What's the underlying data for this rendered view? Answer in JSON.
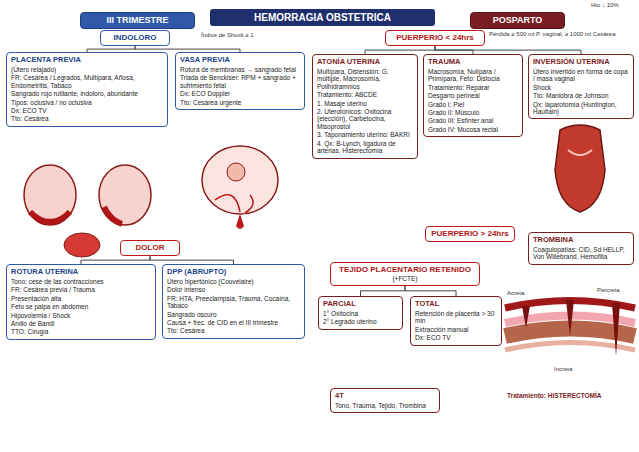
{
  "diagram": {
    "title": "HEMORRAGIA OBSTETRICA",
    "nodes": [
      {
        "text": [
          "III TRIMESTRE"
        ]
      },
      {
        "text": [
          "POSPARTO"
        ]
      },
      {
        "text": [
          "INDOLORO"
        ]
      },
      {
        "text": [
          "PLACENTA PREVIA",
          "(Útero relajado)",
          "FR: Cesárea / Legrados, Multípara, Añosa, Endometritis, Tabaco",
          "Sangrado rojo rutilante, indoloro, abundante",
          "Tipos: oclusiva / no oclusiva",
          "Dx: ECO TV",
          "Tto: Cesárea"
        ]
      },
      {
        "text": [
          "VASA PREVIA",
          "Rotura de membranas → sangrado fetal",
          "Triada de Benckiser: RPM + sangrado + sufrimiento fetal",
          "Dx: ECO Doppler",
          "Tto: Cesárea urgente"
        ]
      },
      {
        "text": [
          "DOLOR"
        ]
      },
      {
        "text": [
          "ROTURA UTERINA",
          "Tono: cese de las contracciones",
          "FR: Cesárea previa / Trauma",
          "Presentación alta",
          "Feto se palpa en abdomen",
          "Hipovolemia / Shock",
          "Anillo de Bandl",
          "TTO: Cirugía"
        ]
      },
      {
        "text": [
          "DPP (ABRUPTO)",
          "Útero hipertónico (Couvelaire)",
          "Dolor intenso",
          "FR: HTA, Preeclampsia, Trauma, Cocaína, Tabaco",
          "Sangrado oscuro",
          "Causa + frec. de CID en el III trimestre",
          "Tto: Cesárea"
        ]
      },
      {
        "text": [
          "PUERPERIO < 24hrs"
        ]
      },
      {
        "text": [
          "ATONÍA UTERINA",
          "Multípara, Distensión: G. múltiple, Macrosomía, Polihidramnios",
          "Tratamiento: ABCDE",
          "1. Masaje uterino",
          "2. Uterotónicos: Oxitocina (elección), Carbetocina, Misoprostol",
          "3. Taponamiento uterino: BAKRI",
          "4. Qx: B-Lynch, ligadura de arterias, Histerectomía"
        ]
      },
      {
        "text": [
          "TRAUMA",
          "Macrosomía, Nulípara / Primípara, Feto: Distocia",
          "Tratamiento: Reparar",
          "Desgarro perineal",
          "Grado I: Piel",
          "Grado II: Músculo",
          "Grado III: Esfínter anal",
          "Grado IV: Mucosa rectal"
        ]
      },
      {
        "text": [
          "INVERSIÓN UTERINA",
          "Útero invertido en forma de copa / masa vaginal",
          "Shock",
          "Tto: Maniobra de Johnson",
          "Qx: laparotomía (Huntington, Haultain)"
        ]
      },
      {
        "text": [
          "TEJIDO PLACENTARIO RETENIDO",
          "(+FCTE)"
        ]
      },
      {
        "text": [
          "PARCIAL",
          "1° Oxitocina",
          "2° Legrado uterino"
        ]
      },
      {
        "text": [
          "TOTAL",
          "Retención de placenta > 30 min",
          "Extracción manual",
          "Dx: ECO TV"
        ]
      },
      {
        "text": [
          "TROMBINA",
          "Coagulopatías: CID, Sd HELLP, Von Willebrand, Hemofilia"
        ]
      },
      {
        "text": [
          "PUERPERIO > 24hrs"
        ]
      },
      {
        "text": [
          "4T",
          "Tono, Trauma, Tejido, Trombina"
        ]
      }
    ],
    "edges": [
      {
        "from": 2,
        "to": 3,
        "arrow": "none"
      },
      {
        "from": 2,
        "to": 4,
        "arrow": "none"
      },
      {
        "from": 5,
        "to": 6,
        "arrow": "none"
      },
      {
        "from": 5,
        "to": 7,
        "arrow": "none"
      },
      {
        "from": 8,
        "to": 9,
        "arrow": "none"
      },
      {
        "from": 8,
        "to": 10,
        "arrow": "none"
      },
      {
        "from": 8,
        "to": 11,
        "arrow": "none"
      },
      {
        "from": 12,
        "to": 13,
        "arrow": "none"
      },
      {
        "from": 12,
        "to": 14,
        "arrow": "none"
      }
    ],
    "labels": [
      "Índice de Shock ≥ 1",
      "Pérdida ≥ 500 ml P. vaginal, ≥ 1000 ml Cesárea",
      "Hto ↓ 10%",
      "Acreta",
      "Increta",
      "Percreta",
      "Tratamiento: HISTERECTOMÍA"
    ]
  }
}
